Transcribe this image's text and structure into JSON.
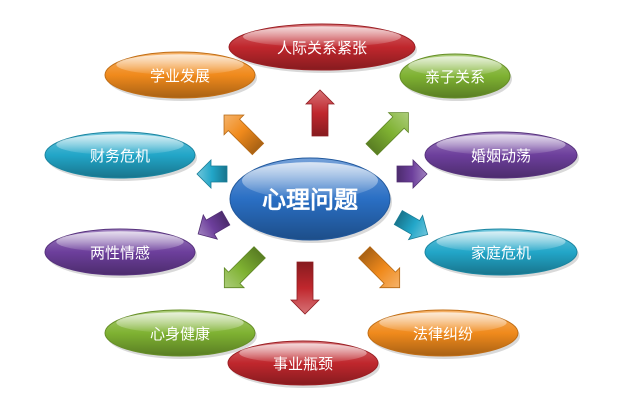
{
  "center": {
    "label": "心理问题",
    "color": "#2a6fc4"
  },
  "nodes": [
    {
      "id": "interpersonal",
      "label": "人际关系紧张",
      "color": "#c0272d"
    },
    {
      "id": "academic",
      "label": "学业发展",
      "color": "#f08a1c"
    },
    {
      "id": "parent-child",
      "label": "亲子关系",
      "color": "#7fb232"
    },
    {
      "id": "finance",
      "label": "财务危机",
      "color": "#22a6c8"
    },
    {
      "id": "marriage",
      "label": "婚姻动荡",
      "color": "#6d3f9c"
    },
    {
      "id": "romance",
      "label": "两性情感",
      "color": "#6d3f9c"
    },
    {
      "id": "family",
      "label": "家庭危机",
      "color": "#22a6c8"
    },
    {
      "id": "health",
      "label": "心身健康",
      "color": "#7fb232"
    },
    {
      "id": "legal",
      "label": "法律纠纷",
      "color": "#f08a1c"
    },
    {
      "id": "career",
      "label": "事业瓶颈",
      "color": "#c0272d"
    }
  ]
}
